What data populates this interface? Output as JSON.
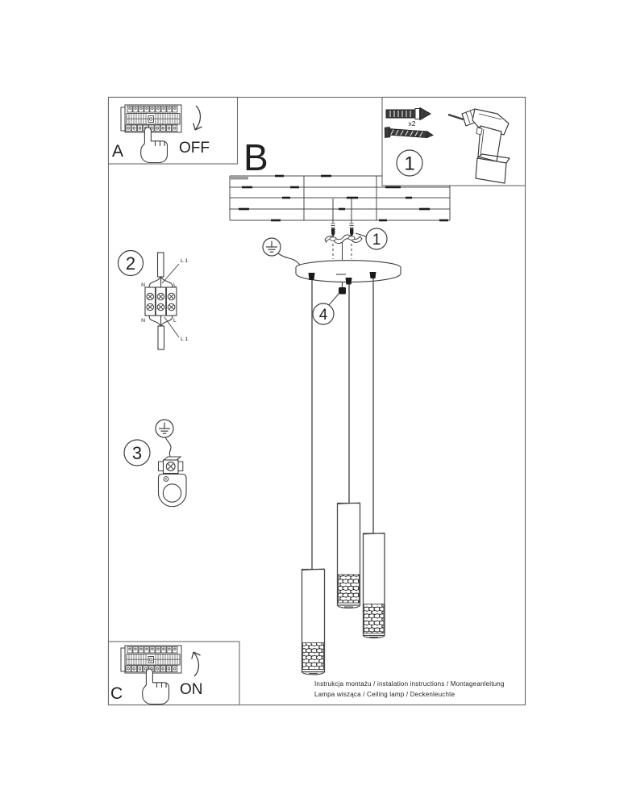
{
  "sections": {
    "a": {
      "label": "A",
      "action": "OFF"
    },
    "b": {
      "label": "B"
    },
    "c": {
      "label": "C",
      "action": "ON"
    },
    "parts": {
      "badge": "1",
      "qty": "x2"
    }
  },
  "badges": {
    "bracket": "1",
    "wiring": "2",
    "ground": "3",
    "canopy_screw": "4"
  },
  "wiring": {
    "top_live": "L 1",
    "top_neutral": "N",
    "top_line": "L",
    "bottom_neutral": "N",
    "bottom_line": "L",
    "bottom_live": "L 1"
  },
  "footer": {
    "line1": "Instrukcja montażu / instalation instructions / Montageanleitung",
    "line2": "Lampa wisząca / Ceiling lamp / Deckenleuchte"
  },
  "colors": {
    "ink": "#1f1f1f",
    "line": "#3f3f3f",
    "paper": "#ffffff"
  }
}
